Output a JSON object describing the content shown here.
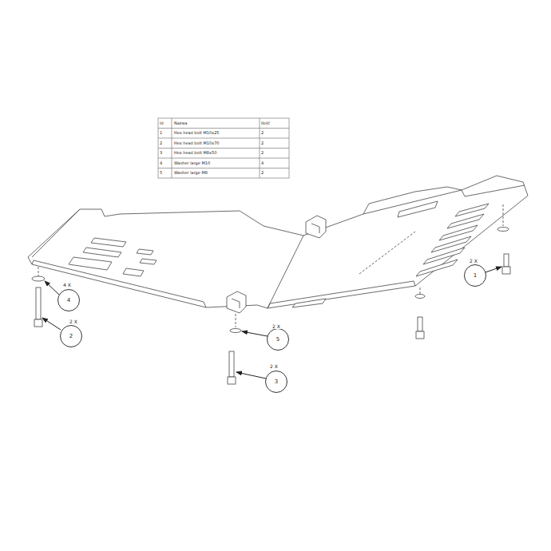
{
  "diagram": {
    "nodes": [
      {
        "text": [
          "1"
        ]
      },
      {
        "text": [
          "4"
        ]
      },
      {
        "text": [
          "2"
        ]
      },
      {
        "text": [
          "5"
        ]
      },
      {
        "text": [
          "3"
        ]
      }
    ],
    "labels": [
      "Id",
      "Nazwa",
      "Ilość",
      "1",
      "Hex head bolt M10x25",
      "2",
      "2",
      "Hex head bolt M10x70",
      "2",
      "3",
      "Hex head bolt M8x50",
      "2",
      "4",
      "Washer large M10",
      "4",
      "5",
      "Washer large M8",
      "2",
      "2 X",
      "4 X",
      "2 X",
      "2 X",
      "2 X"
    ]
  }
}
